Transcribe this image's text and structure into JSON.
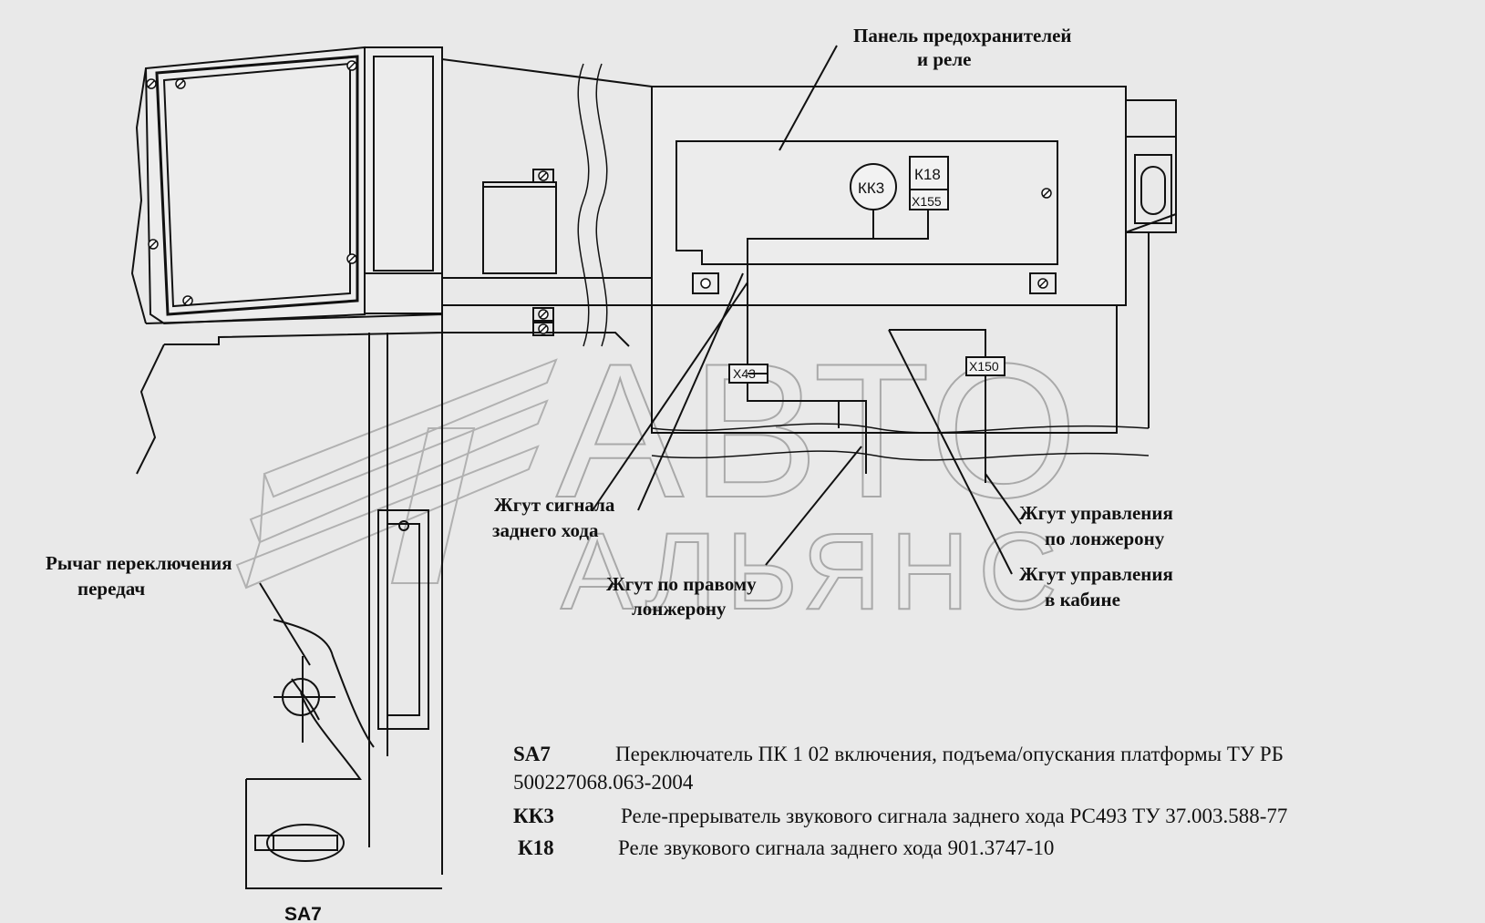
{
  "labels": {
    "fuse_panel_line1": "Панель предохранителей",
    "fuse_panel_line2": "и реле",
    "reverse_harness_line1": "Жгут сигнала",
    "reverse_harness_line2": "заднего хода",
    "right_rail_harness_line1": "Жгут по правому",
    "right_rail_harness_line2": "лонжерону",
    "rail_control_harness_line1": "Жгут управления",
    "rail_control_harness_line2": "по лонжерону",
    "cab_control_harness_line1": "Жгут управления",
    "cab_control_harness_line2": "в кабине",
    "gear_lever_line1": "Рычаг переключения",
    "gear_lever_line2": "передач"
  },
  "components": {
    "kk3": "КК3",
    "k18": "К18",
    "x155": "Х155",
    "x43": "Х43",
    "x150": "Х150",
    "sa7": "SA7"
  },
  "watermark": {
    "line1": "АВТО",
    "line2": "АЛЬЯНС"
  },
  "legend": [
    {
      "code": "SA7",
      "text": "Переключатель ПК 1 02 включения, подъема/опускания  платформы ТУ РБ",
      "text2": "500227068.063-2004"
    },
    {
      "code": "КК3",
      "text": "Реле-прерыватель звукового сигнала заднего хода РС493 ТУ 37.003.588-77"
    },
    {
      "code": "К18",
      "text": "Реле звукового сигнала заднего хода 901.3747-10"
    }
  ]
}
